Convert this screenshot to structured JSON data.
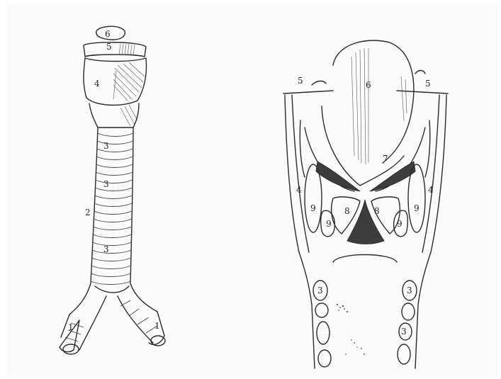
{
  "figure_left": {
    "labels": {
      "l6": "6",
      "l5": "5",
      "l4": "4",
      "l3a": "3",
      "l3b": "3",
      "l3c": "3",
      "l2": "2",
      "l1a": "1",
      "l1b": "1"
    }
  },
  "figure_right": {
    "labels": {
      "r5a": "5",
      "r5b": "5",
      "r6": "6",
      "r7": "7",
      "r4a": "4",
      "r4b": "4",
      "r9a": "9",
      "r9b": "9",
      "r9c": "9",
      "r9d": "9",
      "r8a": "8",
      "r8b": "8",
      "r3a": "3",
      "r3b": "3",
      "r3c": "3"
    }
  }
}
